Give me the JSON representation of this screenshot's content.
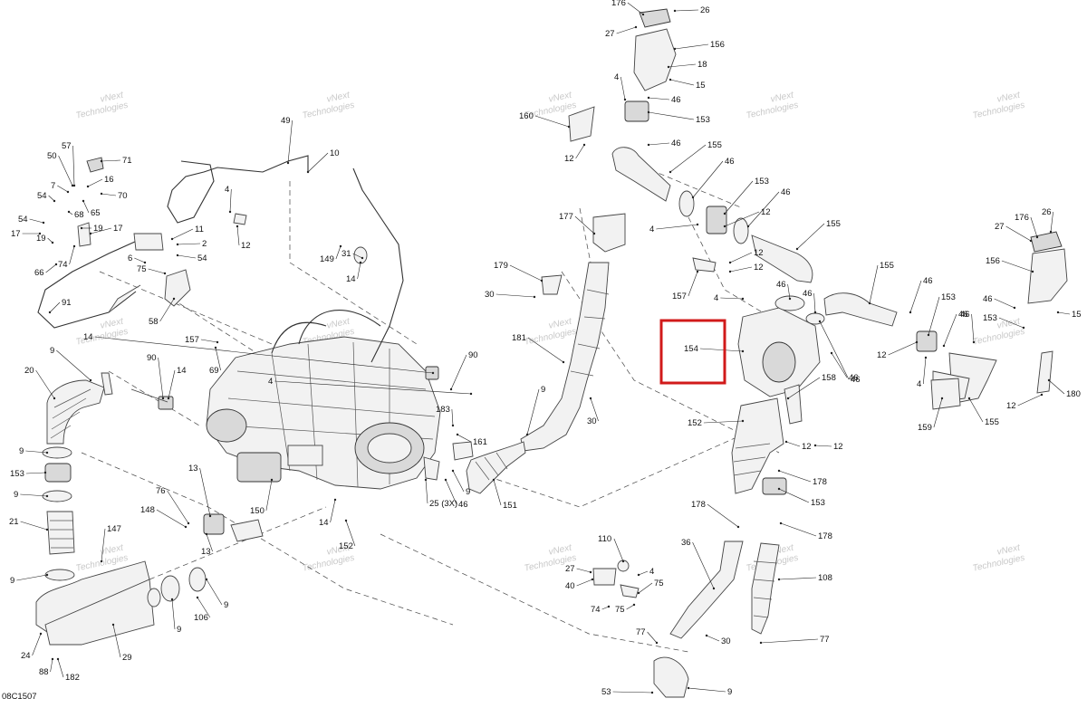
{
  "diagram": {
    "code": "08C1507",
    "highlight_label": "154",
    "highlight_color": "#d11a1a",
    "watermark": {
      "line1": "vNext",
      "line2": "Technologies"
    },
    "callouts": [
      "176",
      "26",
      "27",
      "156",
      "18",
      "15",
      "4",
      "46",
      "160",
      "153",
      "12",
      "155",
      "177",
      "179",
      "30",
      "181",
      "157",
      "154",
      "158",
      "152",
      "178",
      "159",
      "180",
      "49",
      "10",
      "57",
      "50",
      "71",
      "7",
      "70",
      "16",
      "54",
      "65",
      "68",
      "19",
      "17",
      "66",
      "74",
      "11",
      "2",
      "75",
      "58",
      "6",
      "91",
      "14",
      "31",
      "149",
      "9",
      "20",
      "90",
      "69",
      "13",
      "76",
      "148",
      "147",
      "21",
      "29",
      "24",
      "88",
      "182",
      "106",
      "183",
      "161",
      "25 (3X)",
      "151",
      "150",
      "36",
      "108",
      "77",
      "53",
      "110",
      "40"
    ]
  }
}
